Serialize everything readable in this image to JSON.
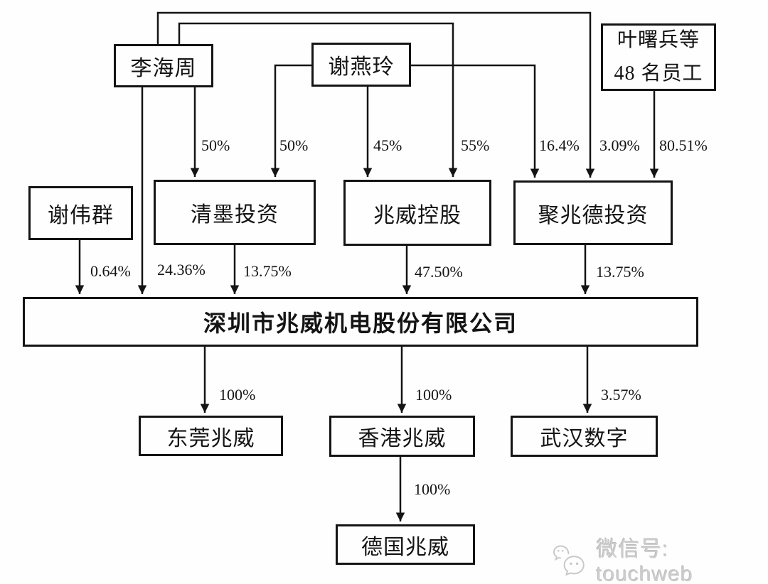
{
  "nodes": {
    "li_haizhou": {
      "label": "李海周"
    },
    "xie_yanling": {
      "label": "谢燕玲"
    },
    "ye_employees": {
      "line1": "叶曙兵等",
      "line2": "48 名员工"
    },
    "xie_weiqun": {
      "label": "谢伟群"
    },
    "qingmo_investment": {
      "label": "清墨投资"
    },
    "zhaowei_holdings": {
      "label": "兆威控股"
    },
    "juzhaode_investment": {
      "label": "聚兆德投资"
    },
    "main_company": {
      "label": "深圳市兆威机电股份有限公司"
    },
    "dongguan_zhaowei": {
      "label": "东莞兆威"
    },
    "hongkong_zhaowei": {
      "label": "香港兆威"
    },
    "wuhan_digital": {
      "label": "武汉数字"
    },
    "germany_zhaowei": {
      "label": "德国兆威"
    }
  },
  "ownership": {
    "li_to_qingmo": "50%",
    "xie_to_qingmo": "50%",
    "xie_to_holdings": "45%",
    "li_to_holdings": "55%",
    "xie_to_juzhaode": "16.4%",
    "li_to_juzhaode": "3.09%",
    "employees_to_juzhaode": "80.51%",
    "weiqun_to_company": "0.64%",
    "li_to_company": "24.36%",
    "qingmo_to_company": "13.75%",
    "holdings_to_company": "47.50%",
    "juzhaode_to_company": "13.75%",
    "company_to_dongguan": "100%",
    "company_to_hongkong": "100%",
    "company_to_wuhan": "3.57%",
    "hongkong_to_germany": "100%"
  },
  "watermark": {
    "wechat_label": "微信号: touchweb"
  },
  "colors": {
    "line": "#141414",
    "background": "#fefefe",
    "watermark_gray": "#cdcdcd"
  }
}
